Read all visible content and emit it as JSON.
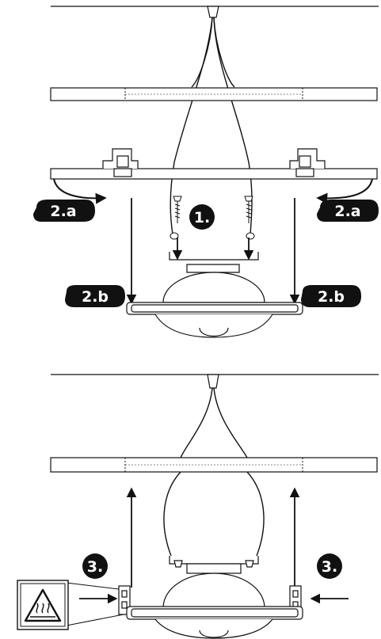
{
  "diagram": {
    "title": "",
    "steps": {
      "step1": "1.",
      "step2a_left": "2.a",
      "step2a_right": "2.a",
      "step2b_left": "2.b",
      "step2b_right": "2.b",
      "step3_left": "3.",
      "step3_right": "3."
    },
    "icons": {
      "warning": "hot-surface-warning-icon",
      "screw": "screw-icon"
    },
    "colors": {
      "ink": "#111111",
      "fill": "#ffffff",
      "badge": "#111111"
    }
  }
}
